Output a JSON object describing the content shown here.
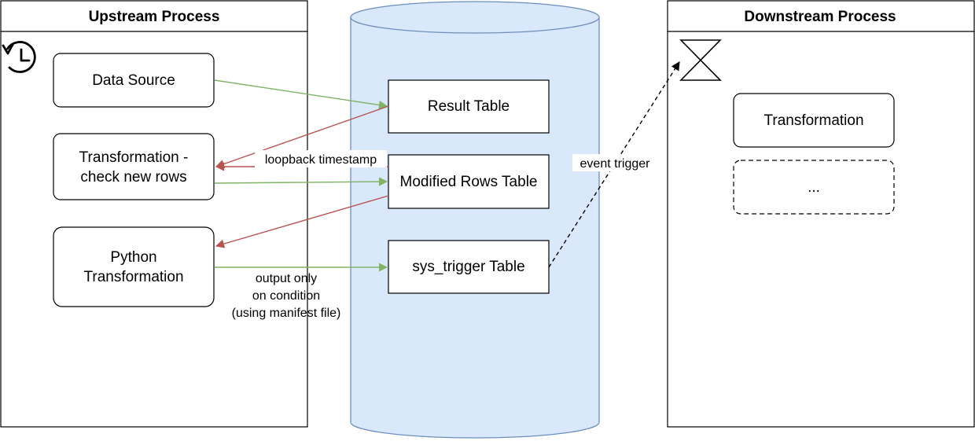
{
  "lanes": {
    "upstream": {
      "title": "Upstream Process"
    },
    "downstream": {
      "title": "Downstream Process"
    }
  },
  "upstream_nodes": {
    "data_source": "Data Source",
    "transformation_check": [
      "Transformation -",
      "check new rows"
    ],
    "python_transformation": [
      "Python",
      "Transformation"
    ]
  },
  "storage_nodes": {
    "result_table": "Result Table",
    "modified_rows_table": "Modified Rows Table",
    "sys_trigger_table": "sys_trigger Table"
  },
  "downstream_nodes": {
    "transformation": "Transformation",
    "more": "..."
  },
  "edge_labels": {
    "loopback": "loopback timestamp",
    "output_condition": [
      "output only",
      "on condition",
      "(using manifest file)"
    ],
    "event_trigger": "event trigger"
  },
  "icons": {
    "schedule": "clock-history-icon",
    "trigger": "hourglass-icon"
  },
  "colors": {
    "green_edge": "#82b366",
    "red_edge": "#b85450",
    "cylinder_fill": "#dae8fc",
    "cylinder_stroke": "#6c8ebf"
  }
}
